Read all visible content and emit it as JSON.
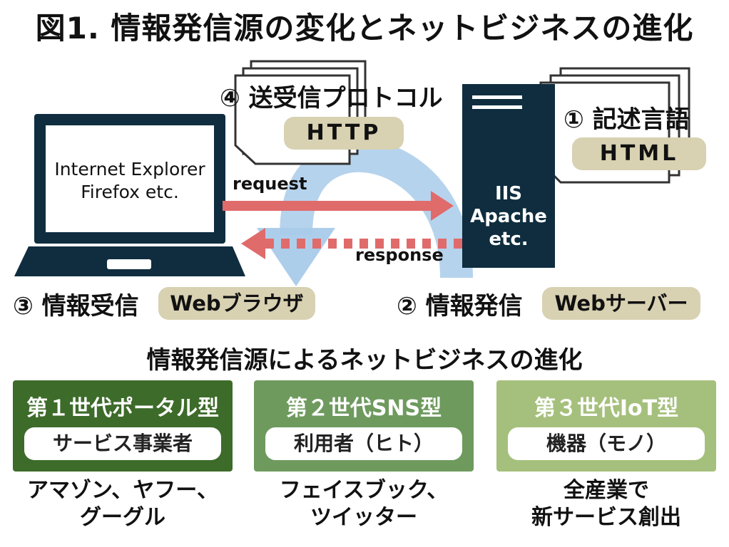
{
  "title": "図1. 情報発信源の変化とネットビジネスの進化",
  "browser": {
    "screen_line1": "Internet Explorer",
    "screen_line2": "Firefox  etc.",
    "caption": "③ 情報受信",
    "pill": "Webブラウザ"
  },
  "server": {
    "line1": "IIS",
    "line2": "Apache",
    "line3": "etc.",
    "caption": "② 情報発信",
    "pill": "Webサーバー"
  },
  "protocol": {
    "caption": "④ 送受信プロトコル",
    "pill": "HTTP"
  },
  "language": {
    "caption": "① 記述言語",
    "pill": "HTML"
  },
  "arrows": {
    "request": "request",
    "response": "response"
  },
  "evolution": {
    "heading": "情報発信源によるネットビジネスの進化",
    "generations": [
      {
        "title": "第１世代ポータル型",
        "pill": "サービス事業者",
        "example_line1": "アマゾン、ヤフー、",
        "example_line2": "グーグル",
        "color": "#3d6b2a"
      },
      {
        "title": "第２世代SNS型",
        "pill": "利用者（ヒト）",
        "example_line1": "フェイスブック、",
        "example_line2": "ツイッター",
        "color": "#6e9a5e"
      },
      {
        "title": "第３世代IoT型",
        "pill": "機器（モノ）",
        "example_line1": "全産業で",
        "example_line2": "新サービス創出",
        "color": "#a5c07c"
      }
    ]
  },
  "colors": {
    "navy": "#0f2d3f",
    "pill": "#d8d1b2",
    "red_arrow": "#e06b6b",
    "blue_arrow": "#a9cbea"
  }
}
